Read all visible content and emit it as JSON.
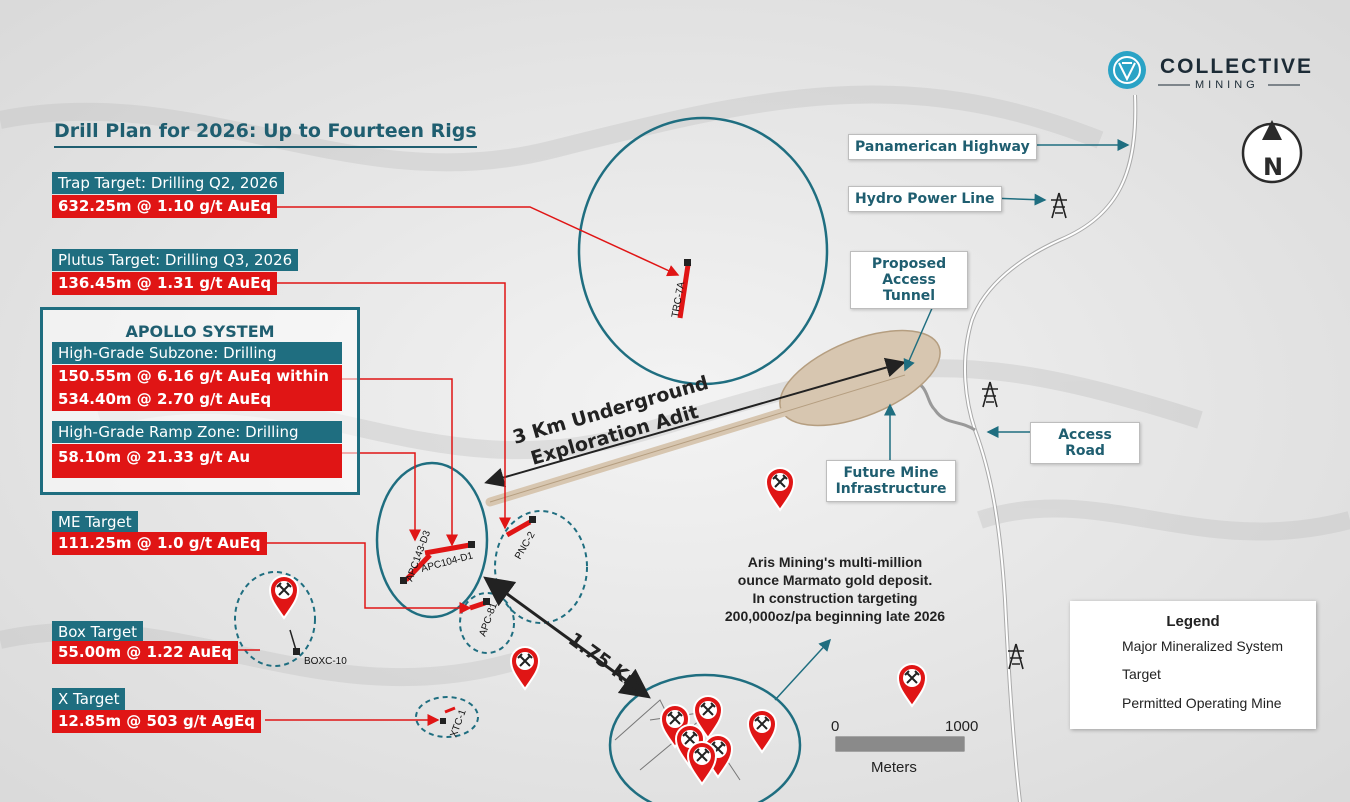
{
  "title": "Drill Plan for 2026: Up to Fourteen Rigs",
  "brand": {
    "name": "COLLECTIVE",
    "sub": "MINING"
  },
  "north": "N",
  "targets": [
    {
      "name": "Trap Target: Drilling Q2, 2026",
      "result": "632.25m @ 1.10 g/t AuEq"
    },
    {
      "name": "Plutus Target: Drilling Q3, 2026",
      "result": "136.45m @ 1.31 g/t AuEq"
    },
    {
      "name": "ME Target",
      "result": "111.25m @ 1.0 g/t AuEq"
    },
    {
      "name": "Box Target",
      "result": "55.00m @ 1.22 AuEq"
    },
    {
      "name": "X Target",
      "result": "12.85m @ 503 g/t AgEq"
    }
  ],
  "apollo": {
    "title": "APOLLO SYSTEM",
    "subzone": "High-Grade Subzone: Drilling",
    "subzone_result_1": "150.55m @ 6.16 g/t AuEq within",
    "subzone_result_2": "534.40m @ 2.70 g/t AuEq",
    "ramp": "High-Grade Ramp Zone: Drilling",
    "ramp_result": "58.10m @ 21.33 g/t Au"
  },
  "callouts": {
    "highway": "Panamerican Highway",
    "power": "Hydro Power Line",
    "tunnel": "Proposed Access Tunnel",
    "road": "Access Road",
    "infra": "Future Mine Infrastructure"
  },
  "adit": {
    "line1": "3 Km Underground",
    "line2": "Exploration Adit"
  },
  "distance": "1.75 Km",
  "drillholes": [
    "TRC-7A",
    "APC143-D3",
    "APC104-D1",
    "PNC-2",
    "APC-81",
    "BOXC-10",
    "XTC-1"
  ],
  "aris_text": "Aris Mining's multi-million\nounce Marmato gold deposit.\nIn construction targeting\n200,000oz/pa beginning late 2026",
  "legend": {
    "title": "Legend",
    "items": [
      "Major Mineralized System",
      "Target",
      "Permitted Operating Mine"
    ]
  },
  "scale": {
    "start": "0",
    "end": "1000",
    "unit": "Meters"
  },
  "colors": {
    "teal": "#1f6e80",
    "red": "#e01515",
    "dark_teal": "#1f5e70",
    "tan": "#d7c6b0"
  }
}
